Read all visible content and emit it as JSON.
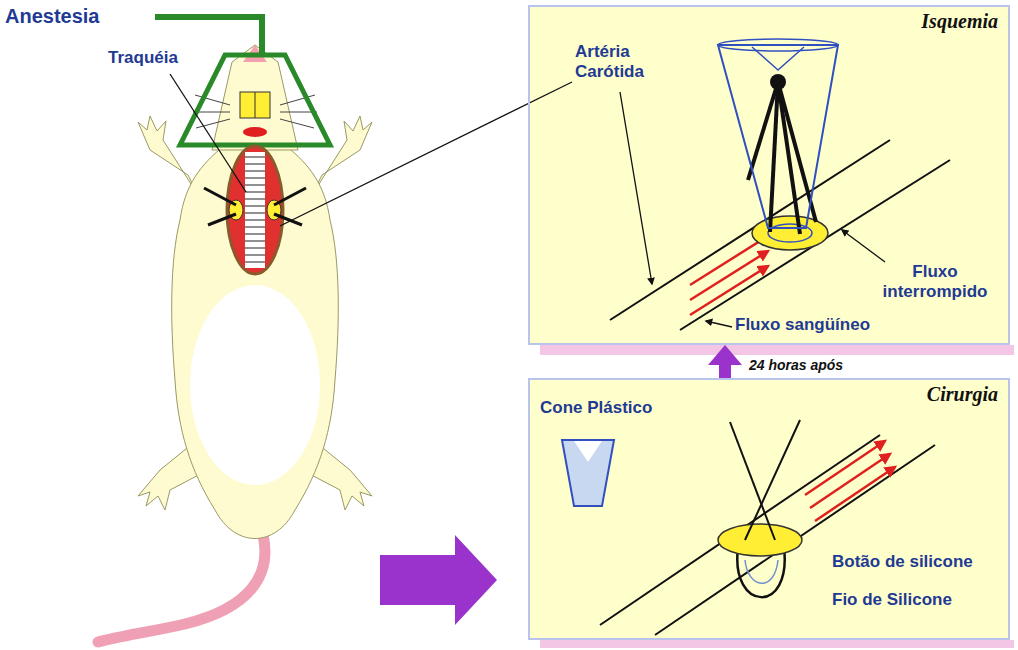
{
  "diagram": {
    "nodes": [
      {
        "text": [
          "Isquemia"
        ]
      },
      {
        "text": [
          "Cirurgia"
        ]
      }
    ],
    "edges": [
      {
        "from": 1,
        "to": 0,
        "arrow": "to",
        "label": "24 horas após"
      }
    ],
    "labels": [
      "Anestesia",
      "Traquéia",
      "Artéria Carótida",
      "Fluxo interrompido",
      "Fluxo sangüíneo",
      "Cone Plástico",
      "Botão de silicone",
      "Fio de Silicone"
    ]
  }
}
